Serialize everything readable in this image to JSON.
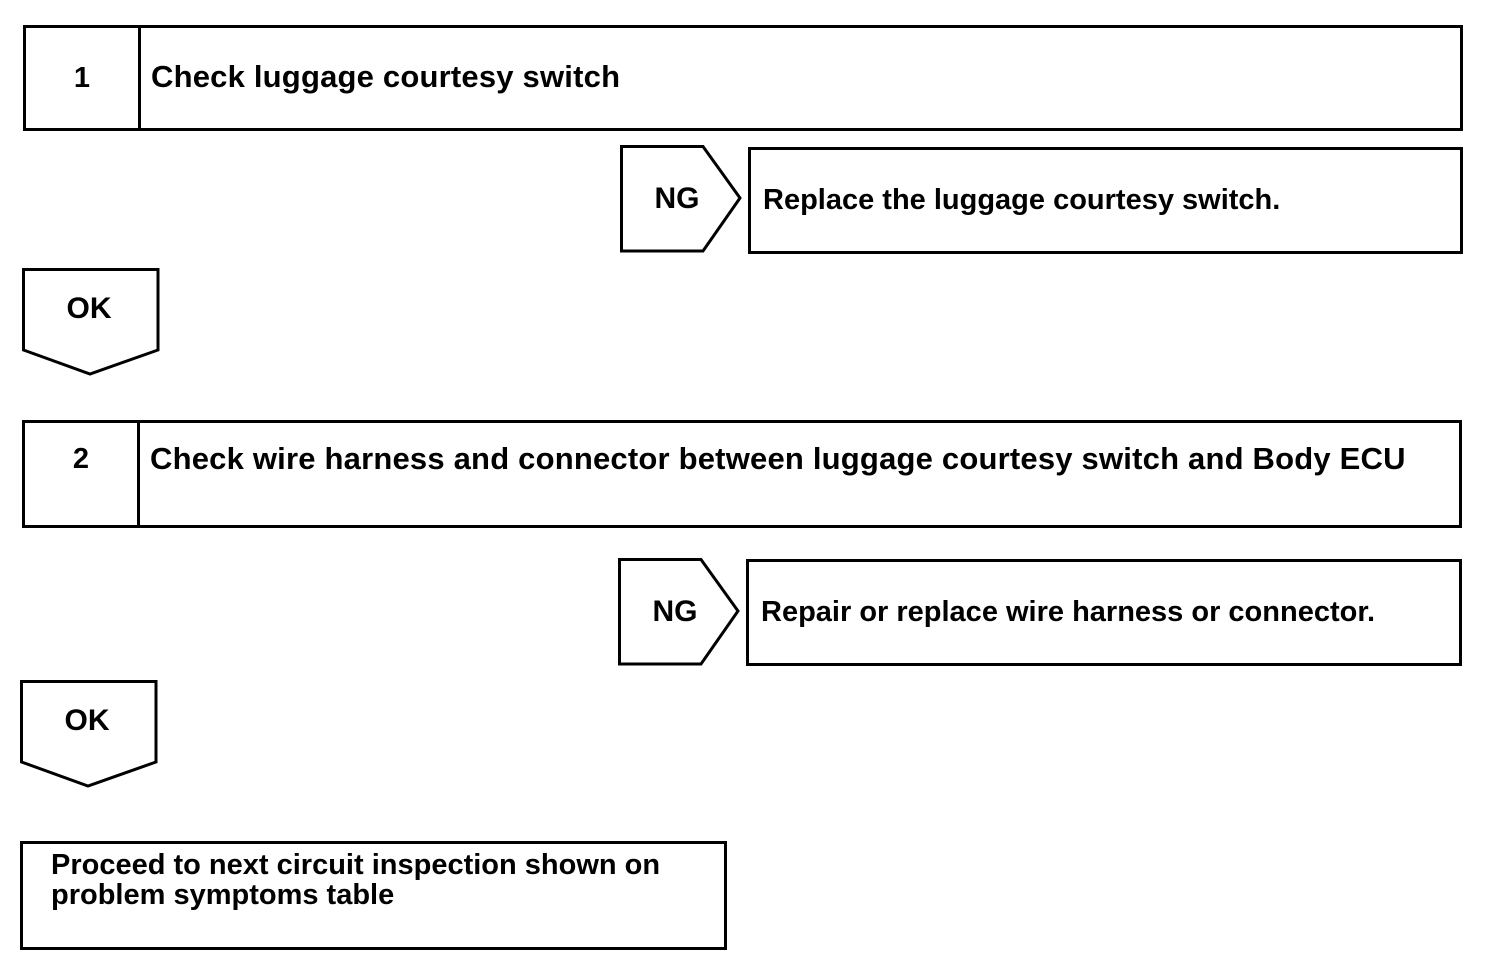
{
  "steps": [
    {
      "number": "1",
      "text": "Check luggage courtesy switch"
    },
    {
      "number": "2",
      "text": "Check wire harness and connector between luggage courtesy switch and Body ECU"
    }
  ],
  "ng_branches": [
    {
      "label": "NG",
      "action": "Replace the luggage courtesy switch."
    },
    {
      "label": "NG",
      "action": "Repair or replace wire harness or connector."
    }
  ],
  "ok_arrows": [
    {
      "label": "OK"
    },
    {
      "label": "OK"
    }
  ],
  "final": {
    "text": "Proceed to next circuit inspection shown on problem symptoms table"
  }
}
